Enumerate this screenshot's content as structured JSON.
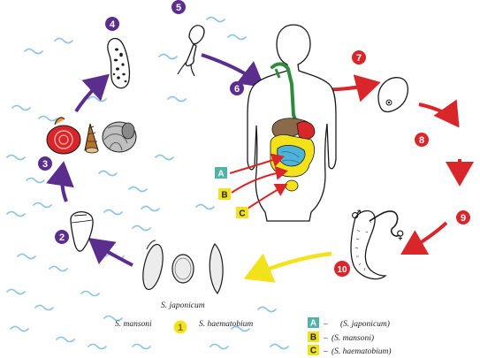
{
  "colors": {
    "purple": "#5b2d8c",
    "red": "#d8262b",
    "yellow": "#f2e21c",
    "teal": "#4fb3a5",
    "water": "#8ec3e3",
    "green": "#2e8a3c"
  },
  "stages": {
    "s1": "1",
    "s2": "2",
    "s3": "3",
    "s4": "4",
    "s5": "5",
    "s6": "6",
    "s7": "7",
    "s8": "8",
    "s9": "9",
    "s10": "10"
  },
  "eggs": {
    "japonicum": "S. japonicum",
    "mansoni": "S. mansoni",
    "haematobium": "S. haematobium"
  },
  "legend": [
    {
      "letter": "A",
      "text": "(S. japonicum)"
    },
    {
      "letter": "B",
      "text": "(S. mansoni)"
    },
    {
      "letter": "C",
      "text": "(S. haematobium)"
    }
  ],
  "pointers": {
    "a": "A",
    "b": "B",
    "c": "C"
  },
  "symbols": {
    "male": "♂",
    "female": "♀",
    "dash": "–"
  }
}
